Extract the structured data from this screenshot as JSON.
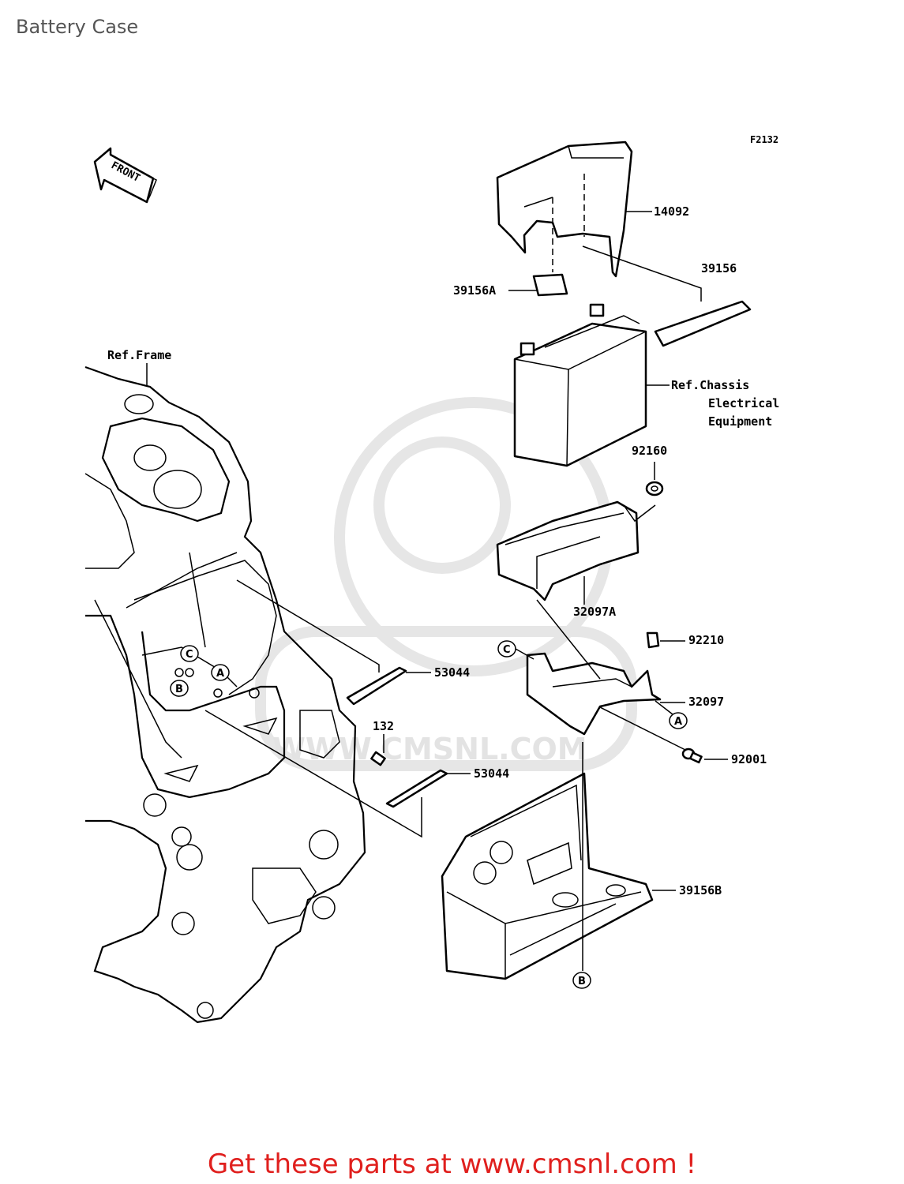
{
  "page": {
    "title": "Battery Case"
  },
  "diagram": {
    "figure_code": "F2132",
    "direction_label": "FRONT",
    "watermark": "WWW.CMSNL.COM",
    "callouts": {
      "ref_frame": "Ref.Frame",
      "p14092": "14092",
      "p39156": "39156",
      "p39156a": "39156A",
      "ref_chassis_1": "Ref.Chassis",
      "ref_chassis_2": "Electrical",
      "ref_chassis_3": "Equipment",
      "p92160": "92160",
      "p32097a": "32097A",
      "p92210": "92210",
      "p32097": "32097",
      "p53044_upper": "53044",
      "p53044_lower": "53044",
      "p132": "132",
      "p92001": "92001",
      "p39156b": "39156B"
    },
    "markers": {
      "a": "A",
      "b": "B",
      "c": "C"
    }
  },
  "footer": {
    "text": "Get these parts at www.cmsnl.com !"
  }
}
